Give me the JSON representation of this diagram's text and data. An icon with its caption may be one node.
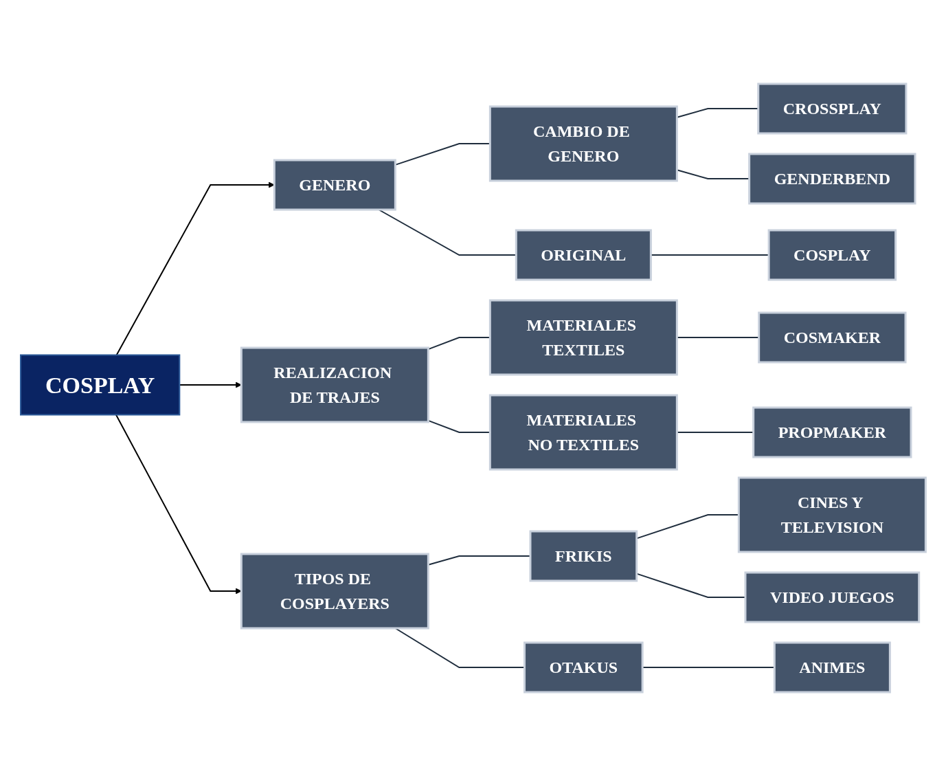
{
  "diagram": {
    "nodes": [
      {
        "text": [
          "COSPLAY"
        ]
      },
      {
        "text": [
          "GENERO"
        ]
      },
      {
        "text": [
          "REALIZACION DE TRAJES"
        ]
      },
      {
        "text": [
          "TIPOS DE COSPLAYERS"
        ]
      },
      {
        "text": [
          "CAMBIO DE GENERO"
        ]
      },
      {
        "text": [
          "ORIGINAL"
        ]
      },
      {
        "text": [
          "CROSSPLAY"
        ]
      },
      {
        "text": [
          "GENDERBEND"
        ]
      },
      {
        "text": [
          "COSPLAY"
        ]
      },
      {
        "text": [
          "MATERIALES TEXTILES"
        ]
      },
      {
        "text": [
          "MATERIALES NO TEXTILES"
        ]
      },
      {
        "text": [
          "COSMAKER"
        ]
      },
      {
        "text": [
          "PROPMAKER"
        ]
      },
      {
        "text": [
          "FRIKIS"
        ]
      },
      {
        "text": [
          "OTAKUS"
        ]
      },
      {
        "text": [
          "CINES Y TELEVISION"
        ]
      },
      {
        "text": [
          "VIDEO JUEGOS"
        ]
      },
      {
        "text": [
          "ANIMES"
        ]
      }
    ],
    "edges": [
      {
        "from": 0,
        "to": 1,
        "arrow": "to"
      },
      {
        "from": 0,
        "to": 2,
        "arrow": "to"
      },
      {
        "from": 0,
        "to": 3,
        "arrow": "to"
      },
      {
        "from": 1,
        "to": 4,
        "arrow": "none"
      },
      {
        "from": 1,
        "to": 5,
        "arrow": "none"
      },
      {
        "from": 4,
        "to": 6,
        "arrow": "none"
      },
      {
        "from": 4,
        "to": 7,
        "arrow": "none"
      },
      {
        "from": 5,
        "to": 8,
        "arrow": "none"
      },
      {
        "from": 2,
        "to": 9,
        "arrow": "none"
      },
      {
        "from": 2,
        "to": 10,
        "arrow": "none"
      },
      {
        "from": 9,
        "to": 11,
        "arrow": "none"
      },
      {
        "from": 10,
        "to": 12,
        "arrow": "none"
      },
      {
        "from": 3,
        "to": 13,
        "arrow": "none"
      },
      {
        "from": 3,
        "to": 14,
        "arrow": "none"
      },
      {
        "from": 13,
        "to": 15,
        "arrow": "none"
      },
      {
        "from": 13,
        "to": 16,
        "arrow": "none"
      },
      {
        "from": 14,
        "to": 17,
        "arrow": "none"
      }
    ]
  }
}
